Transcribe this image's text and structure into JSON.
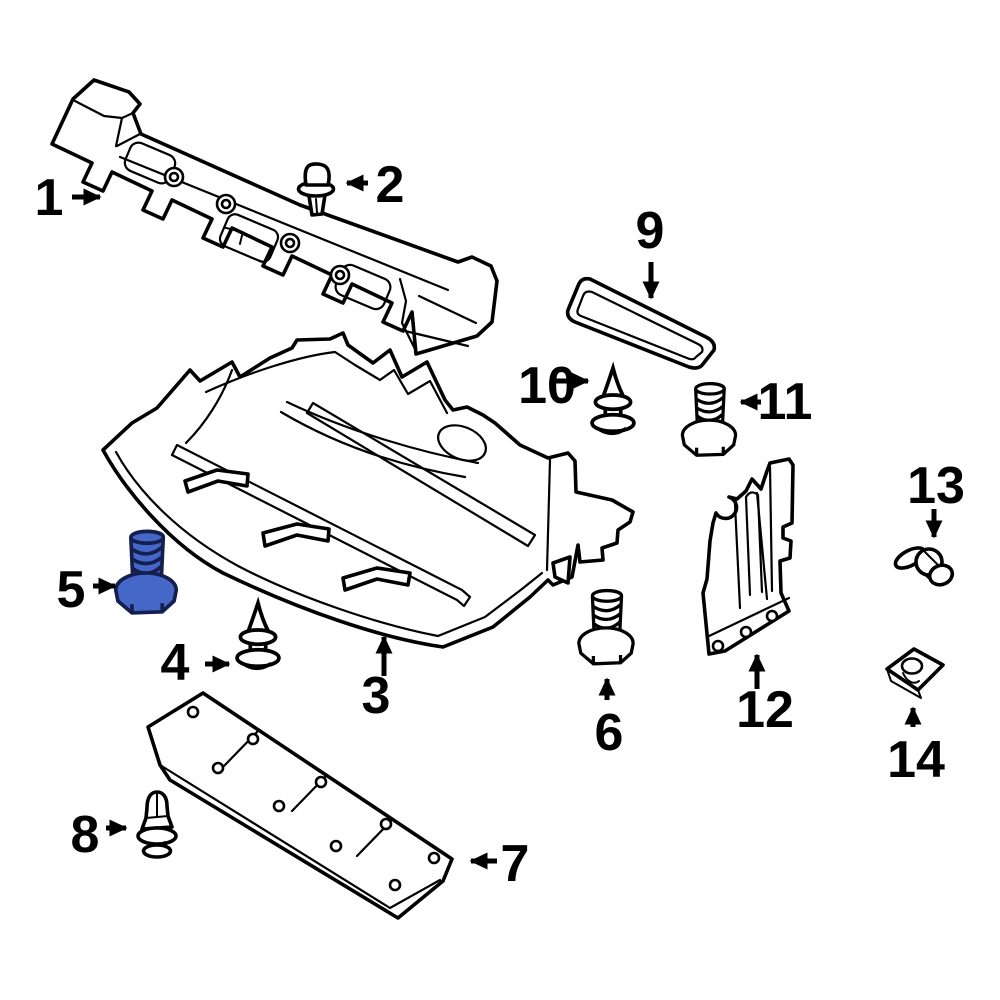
{
  "colors": {
    "background": "#ffffff",
    "line": "#000000",
    "highlight_fill": "#4467c8",
    "highlight_stroke": "#141f4d"
  },
  "callouts": [
    {
      "label": "1"
    },
    {
      "label": "2"
    },
    {
      "label": "3"
    },
    {
      "label": "4"
    },
    {
      "label": "5"
    },
    {
      "label": "6"
    },
    {
      "label": "7"
    },
    {
      "label": "8"
    },
    {
      "label": "9"
    },
    {
      "label": "10"
    },
    {
      "label": "11"
    },
    {
      "label": "12"
    },
    {
      "label": "13"
    },
    {
      "label": "14"
    }
  ]
}
